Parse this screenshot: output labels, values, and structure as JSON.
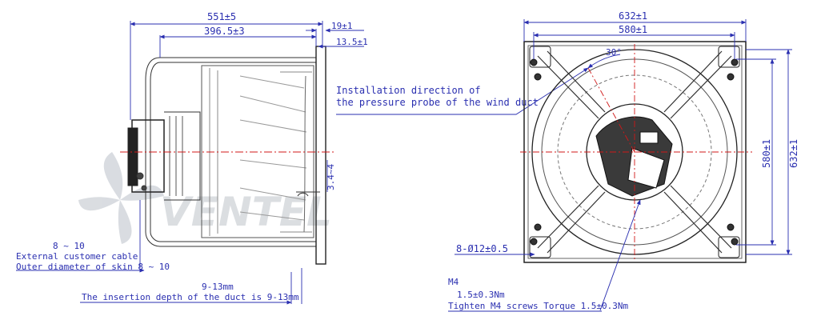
{
  "watermark": {
    "text": "VENTEL",
    "colors": {
      "dark": "#cfd3d8",
      "accent": "#cfe6f5"
    }
  },
  "colors": {
    "dimension": "#2a2fb0",
    "outline": "#222222",
    "centerline": "#d01818"
  },
  "side_view": {
    "dim_overall": "551±5",
    "dim_inner": "396.5±3",
    "dim_flange": "19±1",
    "dim_flange_inner": "13.5±1",
    "dim_probe_gap": "3.4~4",
    "insertion_range": "9-13mm",
    "insertion_note": "The insertion depth of the duct is 9-13mm",
    "cable_count": "8 ~ 10",
    "cable_note_1": "External customer cable",
    "cable_note_2": "Outer diameter of skin 8 ~ 10"
  },
  "probe_note": {
    "line1": "Installation direction of",
    "line2": "the pressure probe of the wind duct"
  },
  "front_view": {
    "dim_width": "632±1",
    "dim_hole_pitch": "580±1",
    "dim_height_pitch": "580±1",
    "dim_height": "632±1",
    "angle": "30°",
    "holes": "8-Ø12±0.5",
    "screw_label": "M4",
    "screw_torque": "1.5±0.3Nm",
    "screw_note": "Tighten M4 screws Torque 1.5±0.3Nm"
  }
}
